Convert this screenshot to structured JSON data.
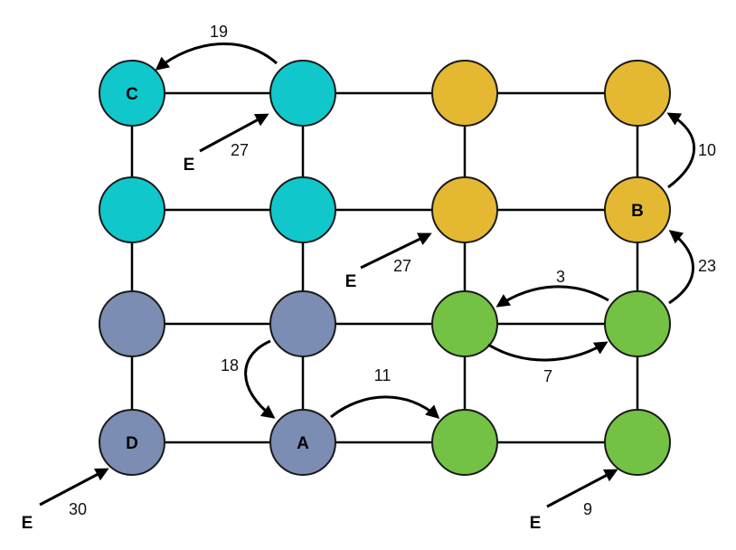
{
  "colors": {
    "cyan": "#10c8cc",
    "gold": "#e5b832",
    "slate": "#7b8db2",
    "green": "#73c244",
    "line": "#000000"
  },
  "nodes": [
    {
      "id": "r0c0",
      "color": "cyan",
      "label": "C"
    },
    {
      "id": "r0c1",
      "color": "cyan",
      "label": ""
    },
    {
      "id": "r0c2",
      "color": "gold",
      "label": ""
    },
    {
      "id": "r0c3",
      "color": "gold",
      "label": ""
    },
    {
      "id": "r1c0",
      "color": "cyan",
      "label": ""
    },
    {
      "id": "r1c1",
      "color": "cyan",
      "label": ""
    },
    {
      "id": "r1c2",
      "color": "gold",
      "label": ""
    },
    {
      "id": "r1c3",
      "color": "gold",
      "label": "B"
    },
    {
      "id": "r2c0",
      "color": "slate",
      "label": ""
    },
    {
      "id": "r2c1",
      "color": "slate",
      "label": ""
    },
    {
      "id": "r2c2",
      "color": "green",
      "label": ""
    },
    {
      "id": "r2c3",
      "color": "green",
      "label": ""
    },
    {
      "id": "r3c0",
      "color": "slate",
      "label": "D"
    },
    {
      "id": "r3c1",
      "color": "slate",
      "label": "A"
    },
    {
      "id": "r3c2",
      "color": "green",
      "label": ""
    },
    {
      "id": "r3c3",
      "color": "green",
      "label": ""
    }
  ],
  "arc_labels": [
    "19",
    "10",
    "23",
    "3",
    "7",
    "18",
    "11"
  ],
  "entries": [
    {
      "label": "E",
      "value": "27"
    },
    {
      "label": "E",
      "value": "27"
    },
    {
      "label": "E",
      "value": "30"
    },
    {
      "label": "E",
      "value": "9"
    }
  ]
}
